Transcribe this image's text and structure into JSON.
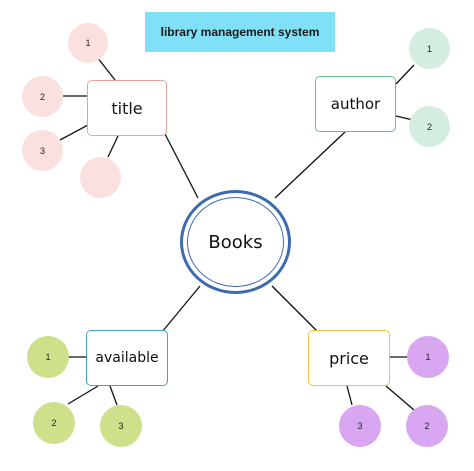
{
  "header": {
    "title": "library management system"
  },
  "center": {
    "label": "Books"
  },
  "nodes": {
    "title": {
      "label": "title",
      "bubbles": [
        "1",
        "2",
        "3",
        ""
      ]
    },
    "author": {
      "label": "author",
      "bubbles": [
        "1",
        "2"
      ]
    },
    "available": {
      "label": "available",
      "bubbles": [
        "1",
        "2",
        "3"
      ]
    },
    "price": {
      "label": "price",
      "bubbles": [
        "1",
        "3",
        "2"
      ]
    }
  },
  "colors": {
    "banner": "#7fe0f7",
    "center_ring": "#3d6bb0",
    "title_border": "#e9a0a0",
    "author_border": "#69c08a",
    "available_border": "#3aa7c9",
    "price_border": "#f0c040",
    "title_bubbles": "#fbe0e0",
    "author_bubbles": "#d3ede0",
    "available_bubbles": "#cfe08a",
    "price_bubbles": "#d9a6f2"
  }
}
